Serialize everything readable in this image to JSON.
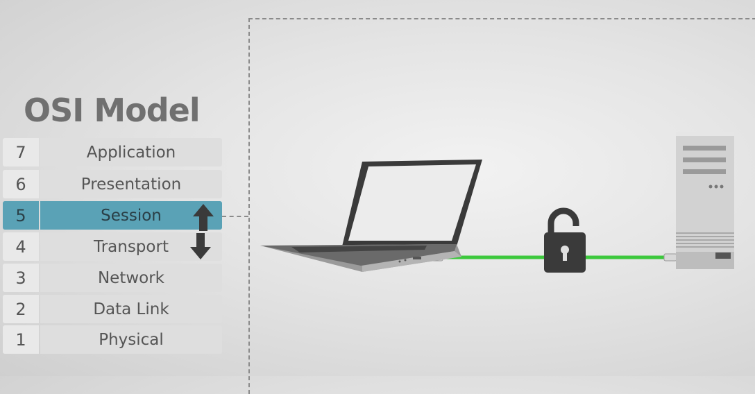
{
  "title": "OSI Model",
  "layers": [
    {
      "num": "7",
      "name": "Application"
    },
    {
      "num": "6",
      "name": "Presentation"
    },
    {
      "num": "5",
      "name": "Session"
    },
    {
      "num": "4",
      "name": "Transport"
    },
    {
      "num": "3",
      "name": "Network"
    },
    {
      "num": "2",
      "name": "Data Link"
    },
    {
      "num": "1",
      "name": "Physical"
    }
  ],
  "active_layer": "5",
  "colors": {
    "active_layer": "#5aa2b6",
    "cable": "#3cc83c",
    "device_dark": "#3a3a3a"
  },
  "icons": [
    "laptop-icon",
    "padlock-open-icon",
    "server-tower-icon",
    "arrow-up-icon",
    "arrow-down-icon"
  ]
}
